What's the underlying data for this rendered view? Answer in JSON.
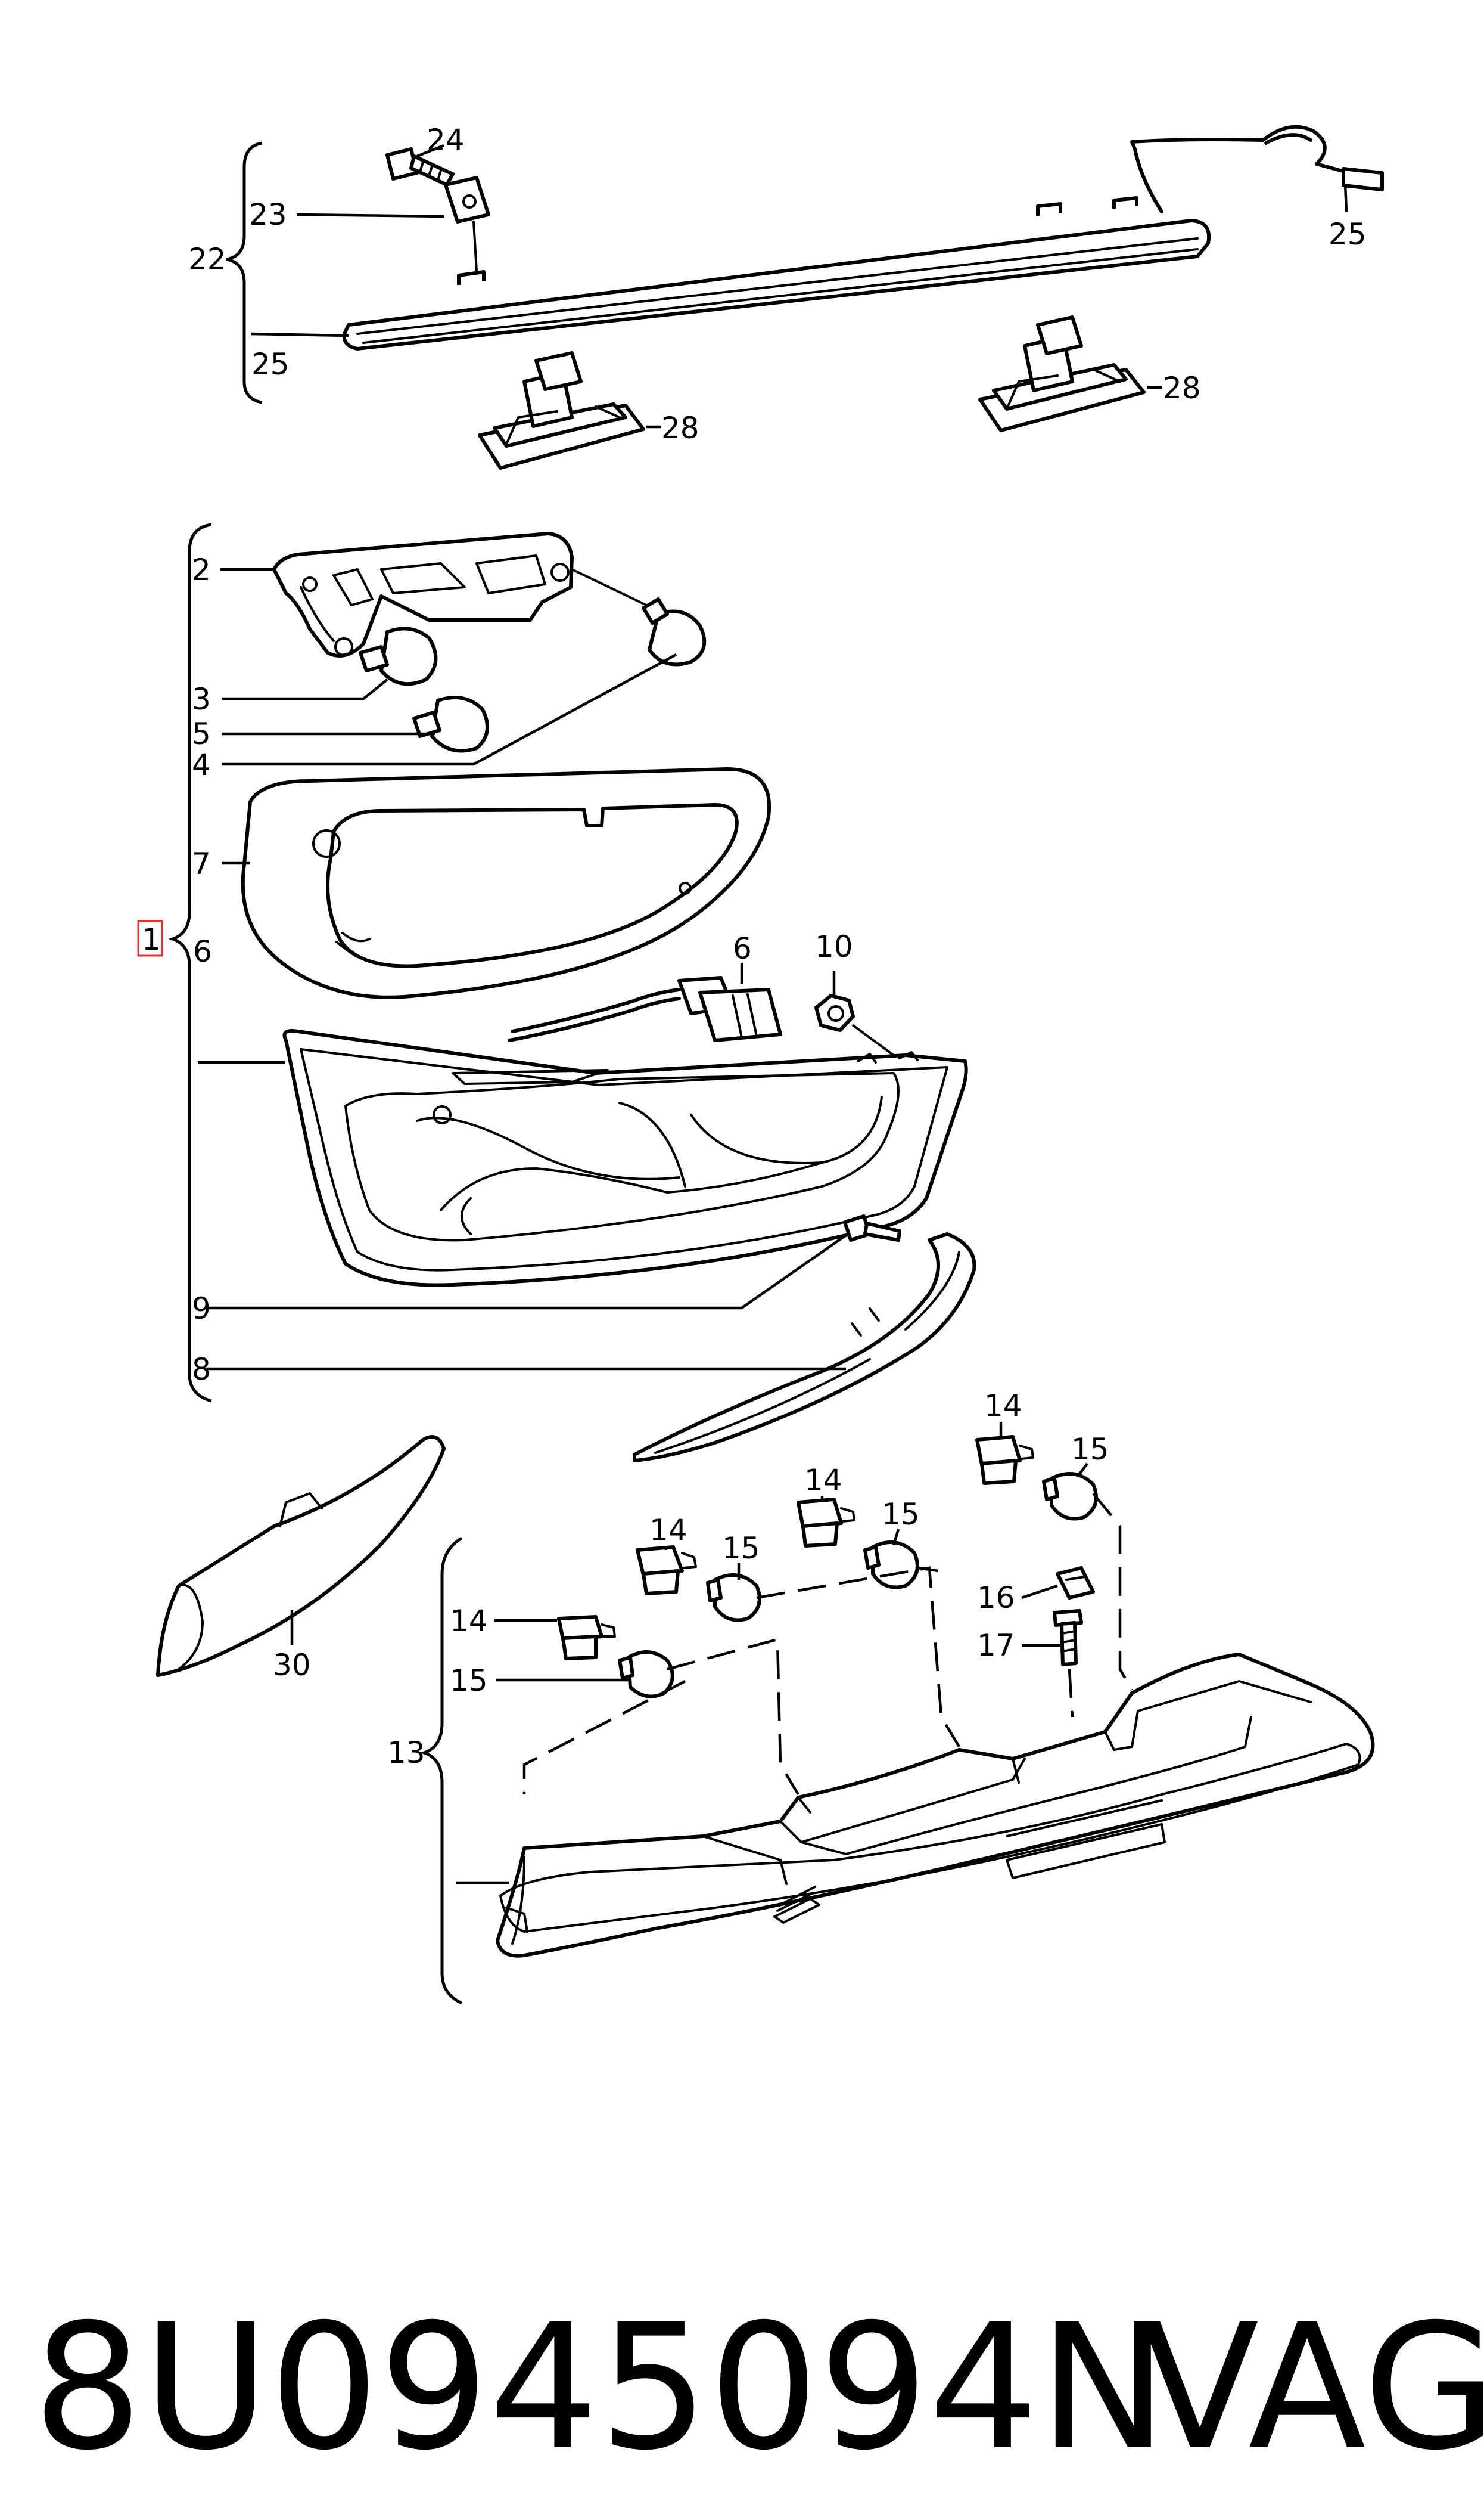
{
  "labels": {
    "l22": "22",
    "l23": "23",
    "l24": "24",
    "l25a": "25",
    "l25b": "25",
    "l28a": "28",
    "l28b": "28",
    "l1": "1",
    "l2": "2",
    "l3": "3",
    "l4": "4",
    "l5": "5",
    "l6a": "6",
    "l6b": "6",
    "l7": "7",
    "l8": "8",
    "l9": "9",
    "l10": "10",
    "l13": "13",
    "l14a": "14",
    "l14b": "14",
    "l14c": "14",
    "l14d": "14",
    "l15a": "15",
    "l15b": "15",
    "l15c": "15",
    "l15d": "15",
    "l16": "16",
    "l17": "17",
    "l30": "30"
  },
  "footer": {
    "part_number": "8U0945094N",
    "brand": "VAG"
  },
  "highlight_color": "#e03030"
}
